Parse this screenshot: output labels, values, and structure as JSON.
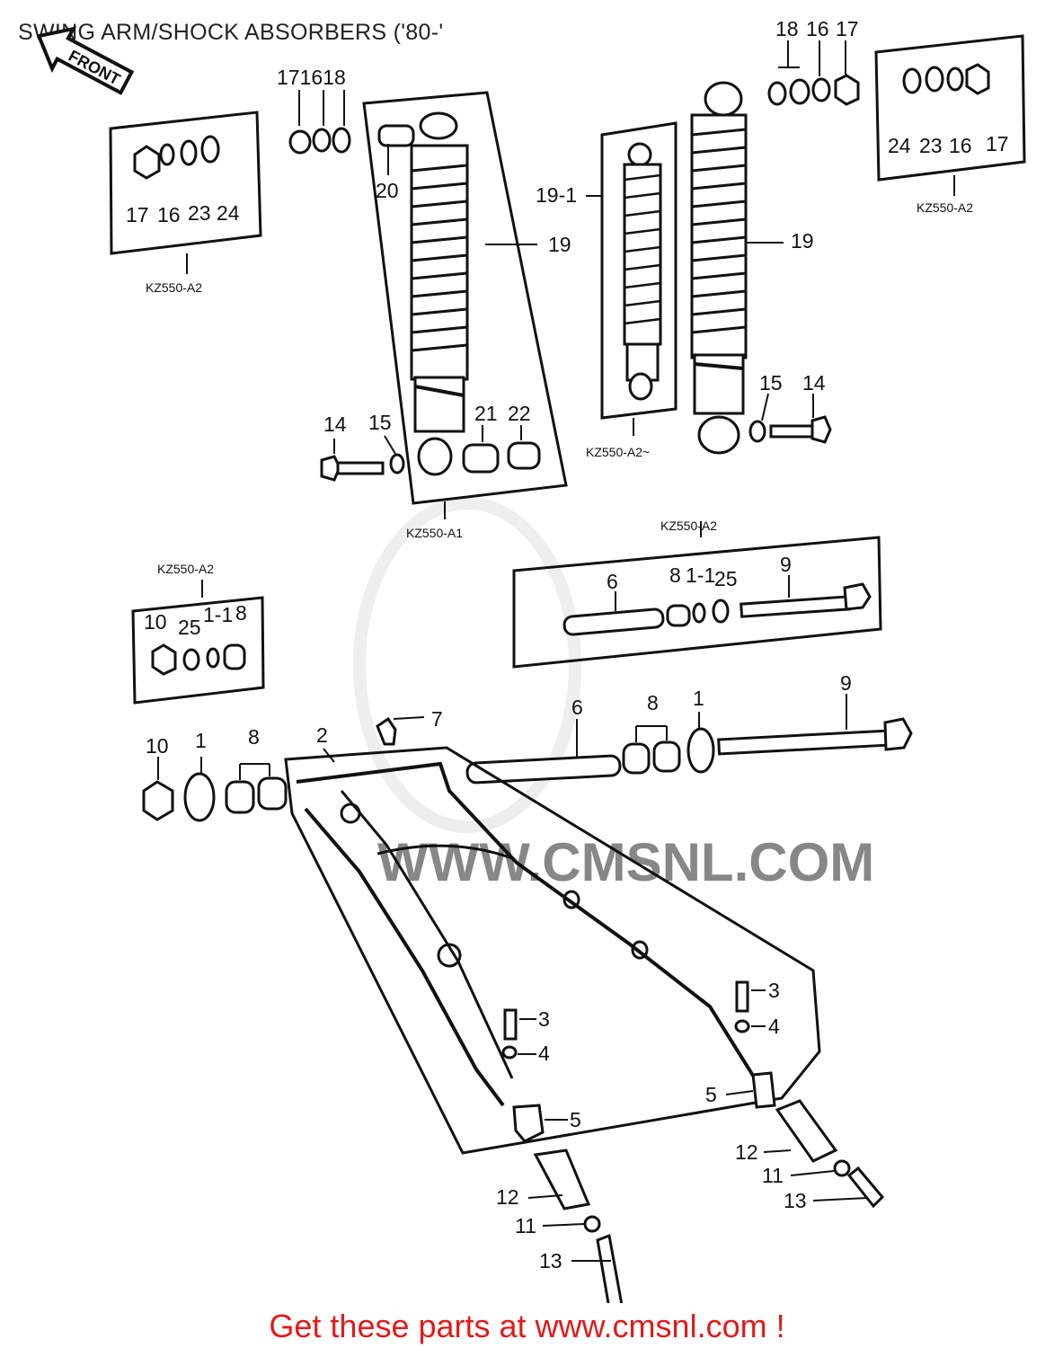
{
  "title": "SWING ARM/SHOCK ABSORBERS ('80-'",
  "front_arrow": "FRONT",
  "labels": {
    "l17a": "17",
    "l16a": "16",
    "l23a": "23",
    "l24a": "24",
    "l171618": "171618",
    "l20": "20",
    "l19a": "19",
    "l19_1": "19-1",
    "l19b": "19",
    "l181617_18": "18",
    "l181617_16": "16",
    "l181617_17": "17",
    "l24b": "24",
    "l23b": "23",
    "l16b": "16",
    "l17b": "17",
    "l14a": "14",
    "l15a": "15",
    "l21": "21",
    "l22": "22",
    "l15b": "15",
    "l14b": "14",
    "l6a": "6",
    "l8a": "8",
    "l1_1a": "1-1",
    "l25a": "25",
    "l9a": "9",
    "l10a": "10",
    "l25b": "25",
    "l1_1b": "1-1",
    "l8b": "8",
    "l7": "7",
    "l6b": "6",
    "l8c": "8",
    "l1a": "1",
    "l9b": "9",
    "l10b": "10",
    "l1b": "1",
    "l8d": "8",
    "l2": "2",
    "l3a": "3",
    "l4a": "4",
    "l3b": "3",
    "l4b": "4",
    "l5a": "5",
    "l5b": "5",
    "l12a": "12",
    "l11a": "11",
    "l13a": "13",
    "l12b": "12",
    "l11b": "11",
    "l13b": "13"
  },
  "subtitles": {
    "kz_a2_topleft": "KZ550-A2",
    "kz_a1": "KZ550-A1",
    "kz_a2_mid": "KZ550-A2~",
    "kz_a2_topright": "KZ550-A2",
    "kz_a2_right": "KZ550-A2",
    "kz_a2_left": "KZ550-A2"
  },
  "watermark": "WWW.CMSNL.COM",
  "footer": "Get these parts at www.cmsnl.com !",
  "colors": {
    "footer": "#e01b1b",
    "line": "#111111",
    "watermark": "#e6e6e6"
  }
}
